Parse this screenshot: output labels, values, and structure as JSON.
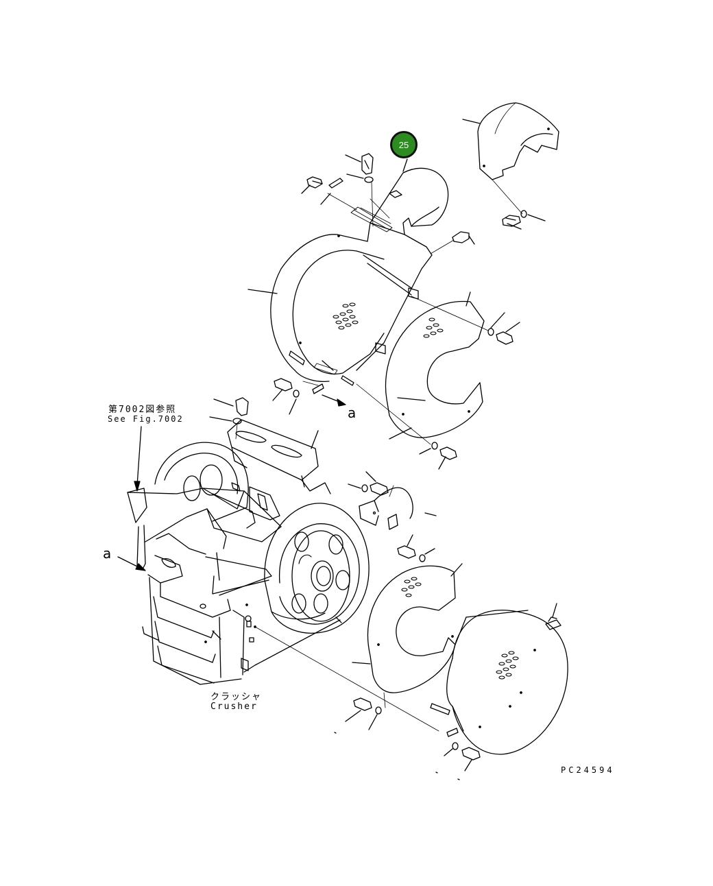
{
  "drawing": {
    "callout_number": "25",
    "reference_label_jp": "第7002図参照",
    "reference_label_en": "See Fig.7002",
    "crusher_label_jp": "クラッシャ",
    "crusher_label_en": "Crusher",
    "view_marker": "a",
    "drawing_code": "PC24594"
  },
  "colors": {
    "callout_fill": "#2e8b22",
    "line": "#000000"
  }
}
